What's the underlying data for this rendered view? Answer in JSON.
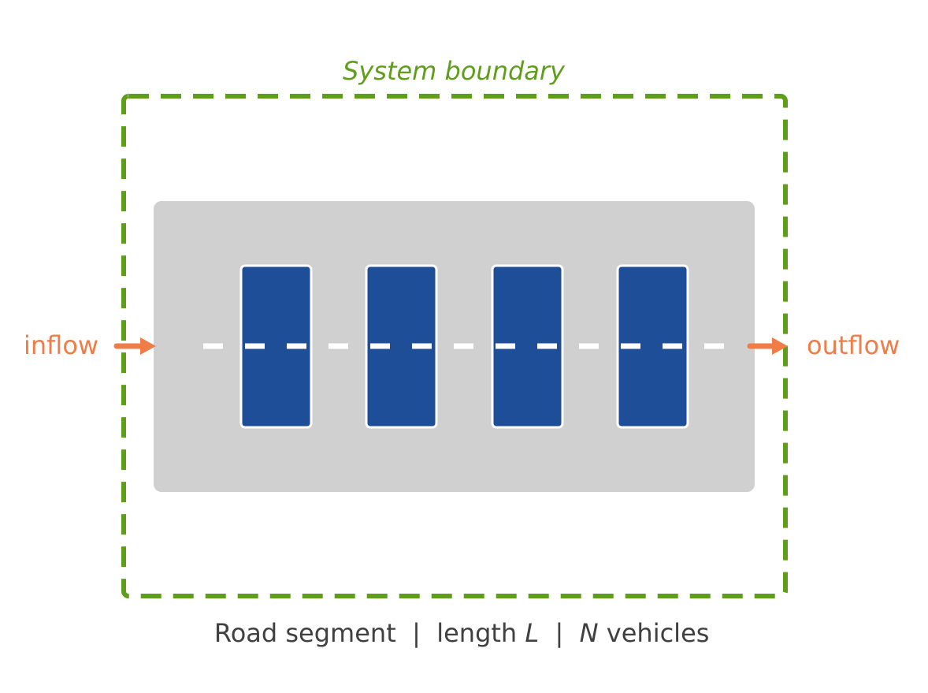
{
  "diagram": {
    "boundary": {
      "title": "System boundary",
      "color": "#5f9e1b"
    },
    "road": {
      "color": "#d0d0d0",
      "lane_marking_color": "#ffffff"
    },
    "vehicles": {
      "count": 4,
      "color": "#1f4e99",
      "outline_color": "#ffffff"
    },
    "flows": {
      "color": "#f07d48",
      "inflow_label": "inflow",
      "outflow_label": "outflow"
    },
    "caption": {
      "part1": "Road segment  |  length ",
      "var_length": "L",
      "part2": "  |  ",
      "var_vehicles": "N",
      "part3": " vehicles",
      "color": "#404040"
    }
  }
}
